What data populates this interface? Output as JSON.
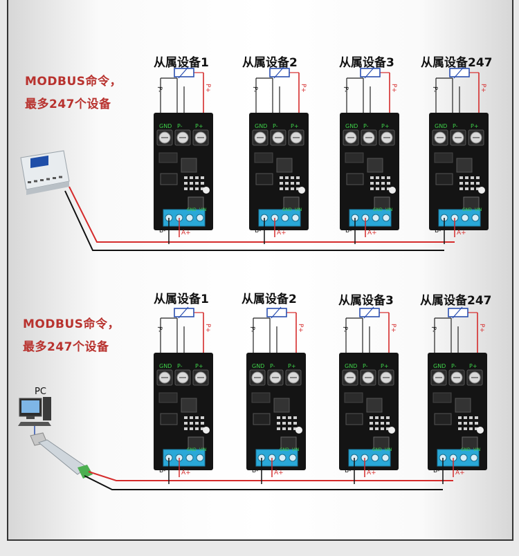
{
  "panels": [
    {
      "modbus_line1": "MODBUS命令，",
      "modbus_line2": "最多247个设备",
      "devices": [
        "从属设备1",
        "从属设备2",
        "从属设备3",
        "从属设备247"
      ],
      "master_type": "plc"
    },
    {
      "modbus_line1": "MODBUS命令，",
      "modbus_line2": "最多247个设备",
      "devices": [
        "从属设备1",
        "从属设备2",
        "从属设备3",
        "从属设备247"
      ],
      "master_type": "pc",
      "master_label": "PC"
    }
  ],
  "terminal_labels": {
    "top": [
      "GND",
      "P-",
      "P+"
    ],
    "side_left": "P-",
    "side_right": "P+",
    "bottom_left": "B-",
    "bottom_right": "A+",
    "bottom_gnd": "GND",
    "bottom_vin": "VIN"
  },
  "colors": {
    "modbus_text": "#b8322e",
    "wire_red": "#d52b2b",
    "wire_black": "#111111",
    "terminal_blue": "#2aa8d8",
    "pcb": "#141414"
  }
}
